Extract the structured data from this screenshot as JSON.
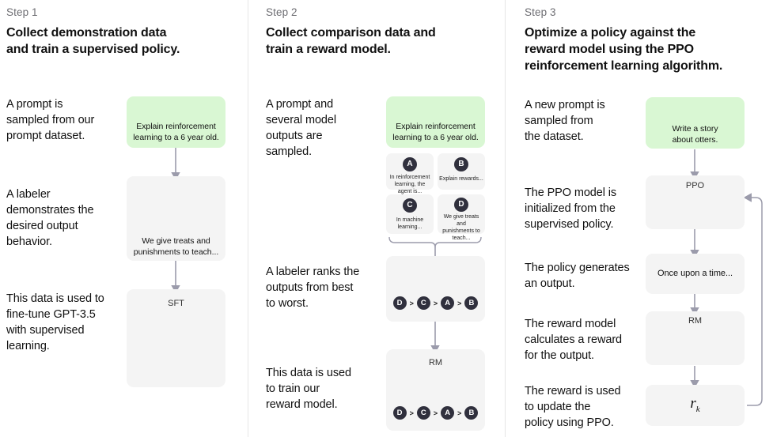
{
  "meta": {
    "accent_green": "#d9f7d3",
    "box_grey": "#f4f4f4",
    "arrow_color": "#9b9bab",
    "badge_color": "#30303d"
  },
  "columns": [
    {
      "step_label": "Step 1",
      "title_line1": "Collect demonstration data",
      "title_line2": "and train a supervised policy.",
      "captions": [
        "A prompt is\nsampled from our\nprompt dataset.",
        "A labeler\ndemonstrates the\ndesired output\nbehavior.",
        "This data is used to\nfine-tune GPT-3.5\nwith supervised\nlearning."
      ],
      "prompt_box": {
        "icon": "recycle-icon",
        "text": "Explain reinforcement\nlearning to a 6 year old."
      },
      "labeler_box": {
        "icon": "person-circle-icon",
        "pencil": "pencil-icon",
        "text": "We give treats and\npunishments to teach..."
      },
      "sft_box": {
        "title": "SFT",
        "net": "neural-network-icon",
        "pencil": "pencil-icon",
        "docs": "documents-icon"
      }
    },
    {
      "step_label": "Step 2",
      "title_line1": "Collect comparison data and",
      "title_line2": "train a reward model.",
      "captions": [
        "A prompt and\nseveral model\noutputs are\nsampled.",
        "A labeler ranks the\noutputs from best\nto worst.",
        "This data is used\nto train our\nreward model."
      ],
      "prompt_box": {
        "icon": "recycle-icon",
        "text": "Explain reinforcement\nlearning to a 6 year old."
      },
      "outputs": [
        {
          "badge": "A",
          "text": "In reinforcement\nlearning, the\nagent is..."
        },
        {
          "badge": "B",
          "text": "Explain rewards..."
        },
        {
          "badge": "C",
          "text": "In machine\nlearning..."
        },
        {
          "badge": "D",
          "text": "We give treats and\npunishments to\nteach..."
        }
      ],
      "ranking_box": {
        "icon": "person-circle-icon",
        "ranking": [
          "D",
          "C",
          "A",
          "B"
        ],
        "separator": ">"
      },
      "rm_box": {
        "title": "RM",
        "net": "neural-network-icon",
        "ranking": [
          "D",
          "C",
          "A",
          "B"
        ],
        "separator": ">"
      }
    },
    {
      "step_label": "Step 3",
      "title_line1": "Optimize a policy against the",
      "title_line2": "reward model using the PPO",
      "title_line3": "reinforcement learning algorithm.",
      "captions": [
        "A new prompt is\nsampled from\nthe dataset.",
        "The PPO model is\ninitialized from the\nsupervised policy.",
        "The policy generates\nan output.",
        "The reward model\ncalculates a reward\nfor the output.",
        "The reward is used\nto update the\npolicy using PPO."
      ],
      "prompt_box": {
        "icon": "otter-icon",
        "text": "Write a story\nabout otters."
      },
      "ppo_box": {
        "title": "PPO",
        "net": "neural-network-icon"
      },
      "output_box": {
        "text": "Once upon a time..."
      },
      "rm_box": {
        "title": "RM",
        "net": "neural-network-icon"
      },
      "reward_box": {
        "symbol": "r",
        "subscript": "k"
      }
    }
  ]
}
